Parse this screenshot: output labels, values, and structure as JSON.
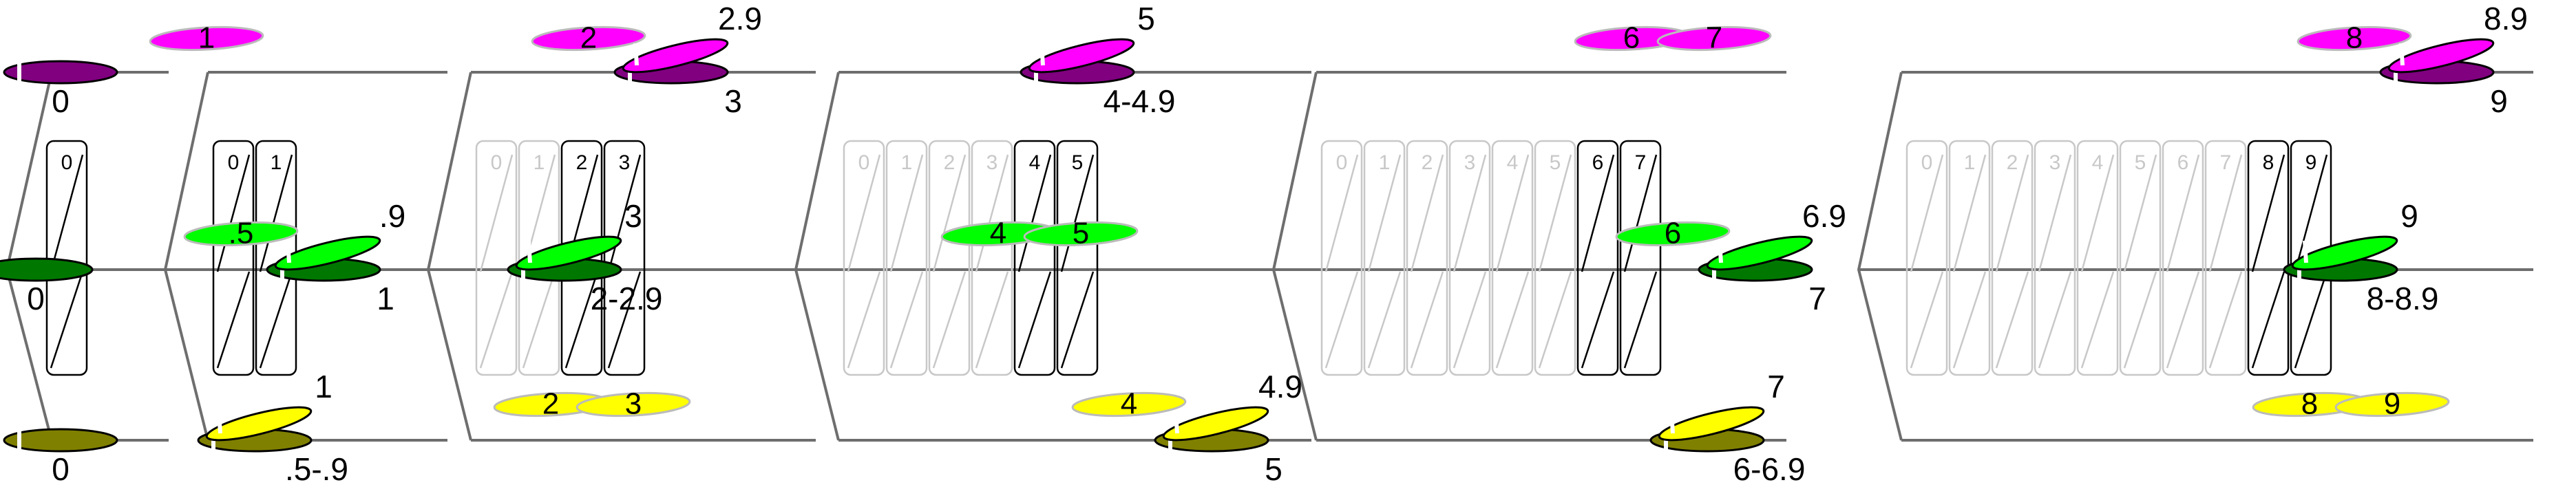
{
  "colors": {
    "magenta": "#ff00ff",
    "magenta_dark": "#800080",
    "green": "#00ff00",
    "green_dark": "#007800",
    "yellow": "#ffff00",
    "yellow_dark": "#808000",
    "axis": "#6e6e6e",
    "ghost": "#c8c8c8"
  },
  "panels": [
    {
      "slots": [
        "0"
      ],
      "top": {
        "light": [],
        "pair": {
          "dark": "0",
          "bright": ""
        }
      },
      "mid": {
        "light": [],
        "pair": {
          "dark": "0",
          "bright": ""
        }
      },
      "bot": {
        "light": [],
        "pair": {
          "dark": "0",
          "bright": ""
        }
      }
    },
    {
      "slots": [
        "0",
        "1"
      ],
      "top": {
        "light": [
          "1"
        ],
        "pair": null
      },
      "mid": {
        "light": [
          ".5"
        ],
        "pair": {
          "dark": "1",
          "bright": ".9"
        }
      },
      "bot": {
        "light": [],
        "pair": {
          "dark": ".5-.9",
          "bright": "1"
        }
      }
    },
    {
      "slots": [
        "0",
        "1",
        "2",
        "3"
      ],
      "top": {
        "light": [
          "2"
        ],
        "pair": {
          "dark": "3",
          "bright": "2.9"
        }
      },
      "mid": {
        "light": [],
        "pair": {
          "dark": "2-2.9",
          "bright": "3"
        }
      },
      "bot": {
        "light": [
          "2",
          "3"
        ],
        "pair": null
      }
    },
    {
      "slots": [
        "0",
        "1",
        "2",
        "3",
        "4",
        "5"
      ],
      "top": {
        "light": [],
        "pair": {
          "dark": "4-4.9",
          "bright": "5"
        }
      },
      "mid": {
        "light": [
          "4",
          "5"
        ],
        "pair": null
      },
      "bot": {
        "light": [
          "4"
        ],
        "pair": {
          "dark": "5",
          "bright": "4.9"
        }
      }
    },
    {
      "slots": [
        "0",
        "1",
        "2",
        "3",
        "4",
        "5",
        "6",
        "7"
      ],
      "top": {
        "light": [
          "6",
          "7"
        ],
        "pair": null
      },
      "mid": {
        "light": [
          "6"
        ],
        "pair": {
          "dark": "7",
          "bright": "6.9"
        }
      },
      "bot": {
        "light": [],
        "pair": {
          "dark": "6-6.9",
          "bright": "7"
        }
      }
    },
    {
      "slots": [
        "0",
        "1",
        "2",
        "3",
        "4",
        "5",
        "6",
        "7",
        "8",
        "9"
      ],
      "top": {
        "light": [
          "8"
        ],
        "pair": {
          "dark": "9",
          "bright": "8.9"
        }
      },
      "mid": {
        "light": [],
        "pair": {
          "dark": "8-8.9",
          "bright": "9"
        }
      },
      "bot": {
        "light": [
          "8",
          "9"
        ],
        "pair": null
      }
    }
  ]
}
